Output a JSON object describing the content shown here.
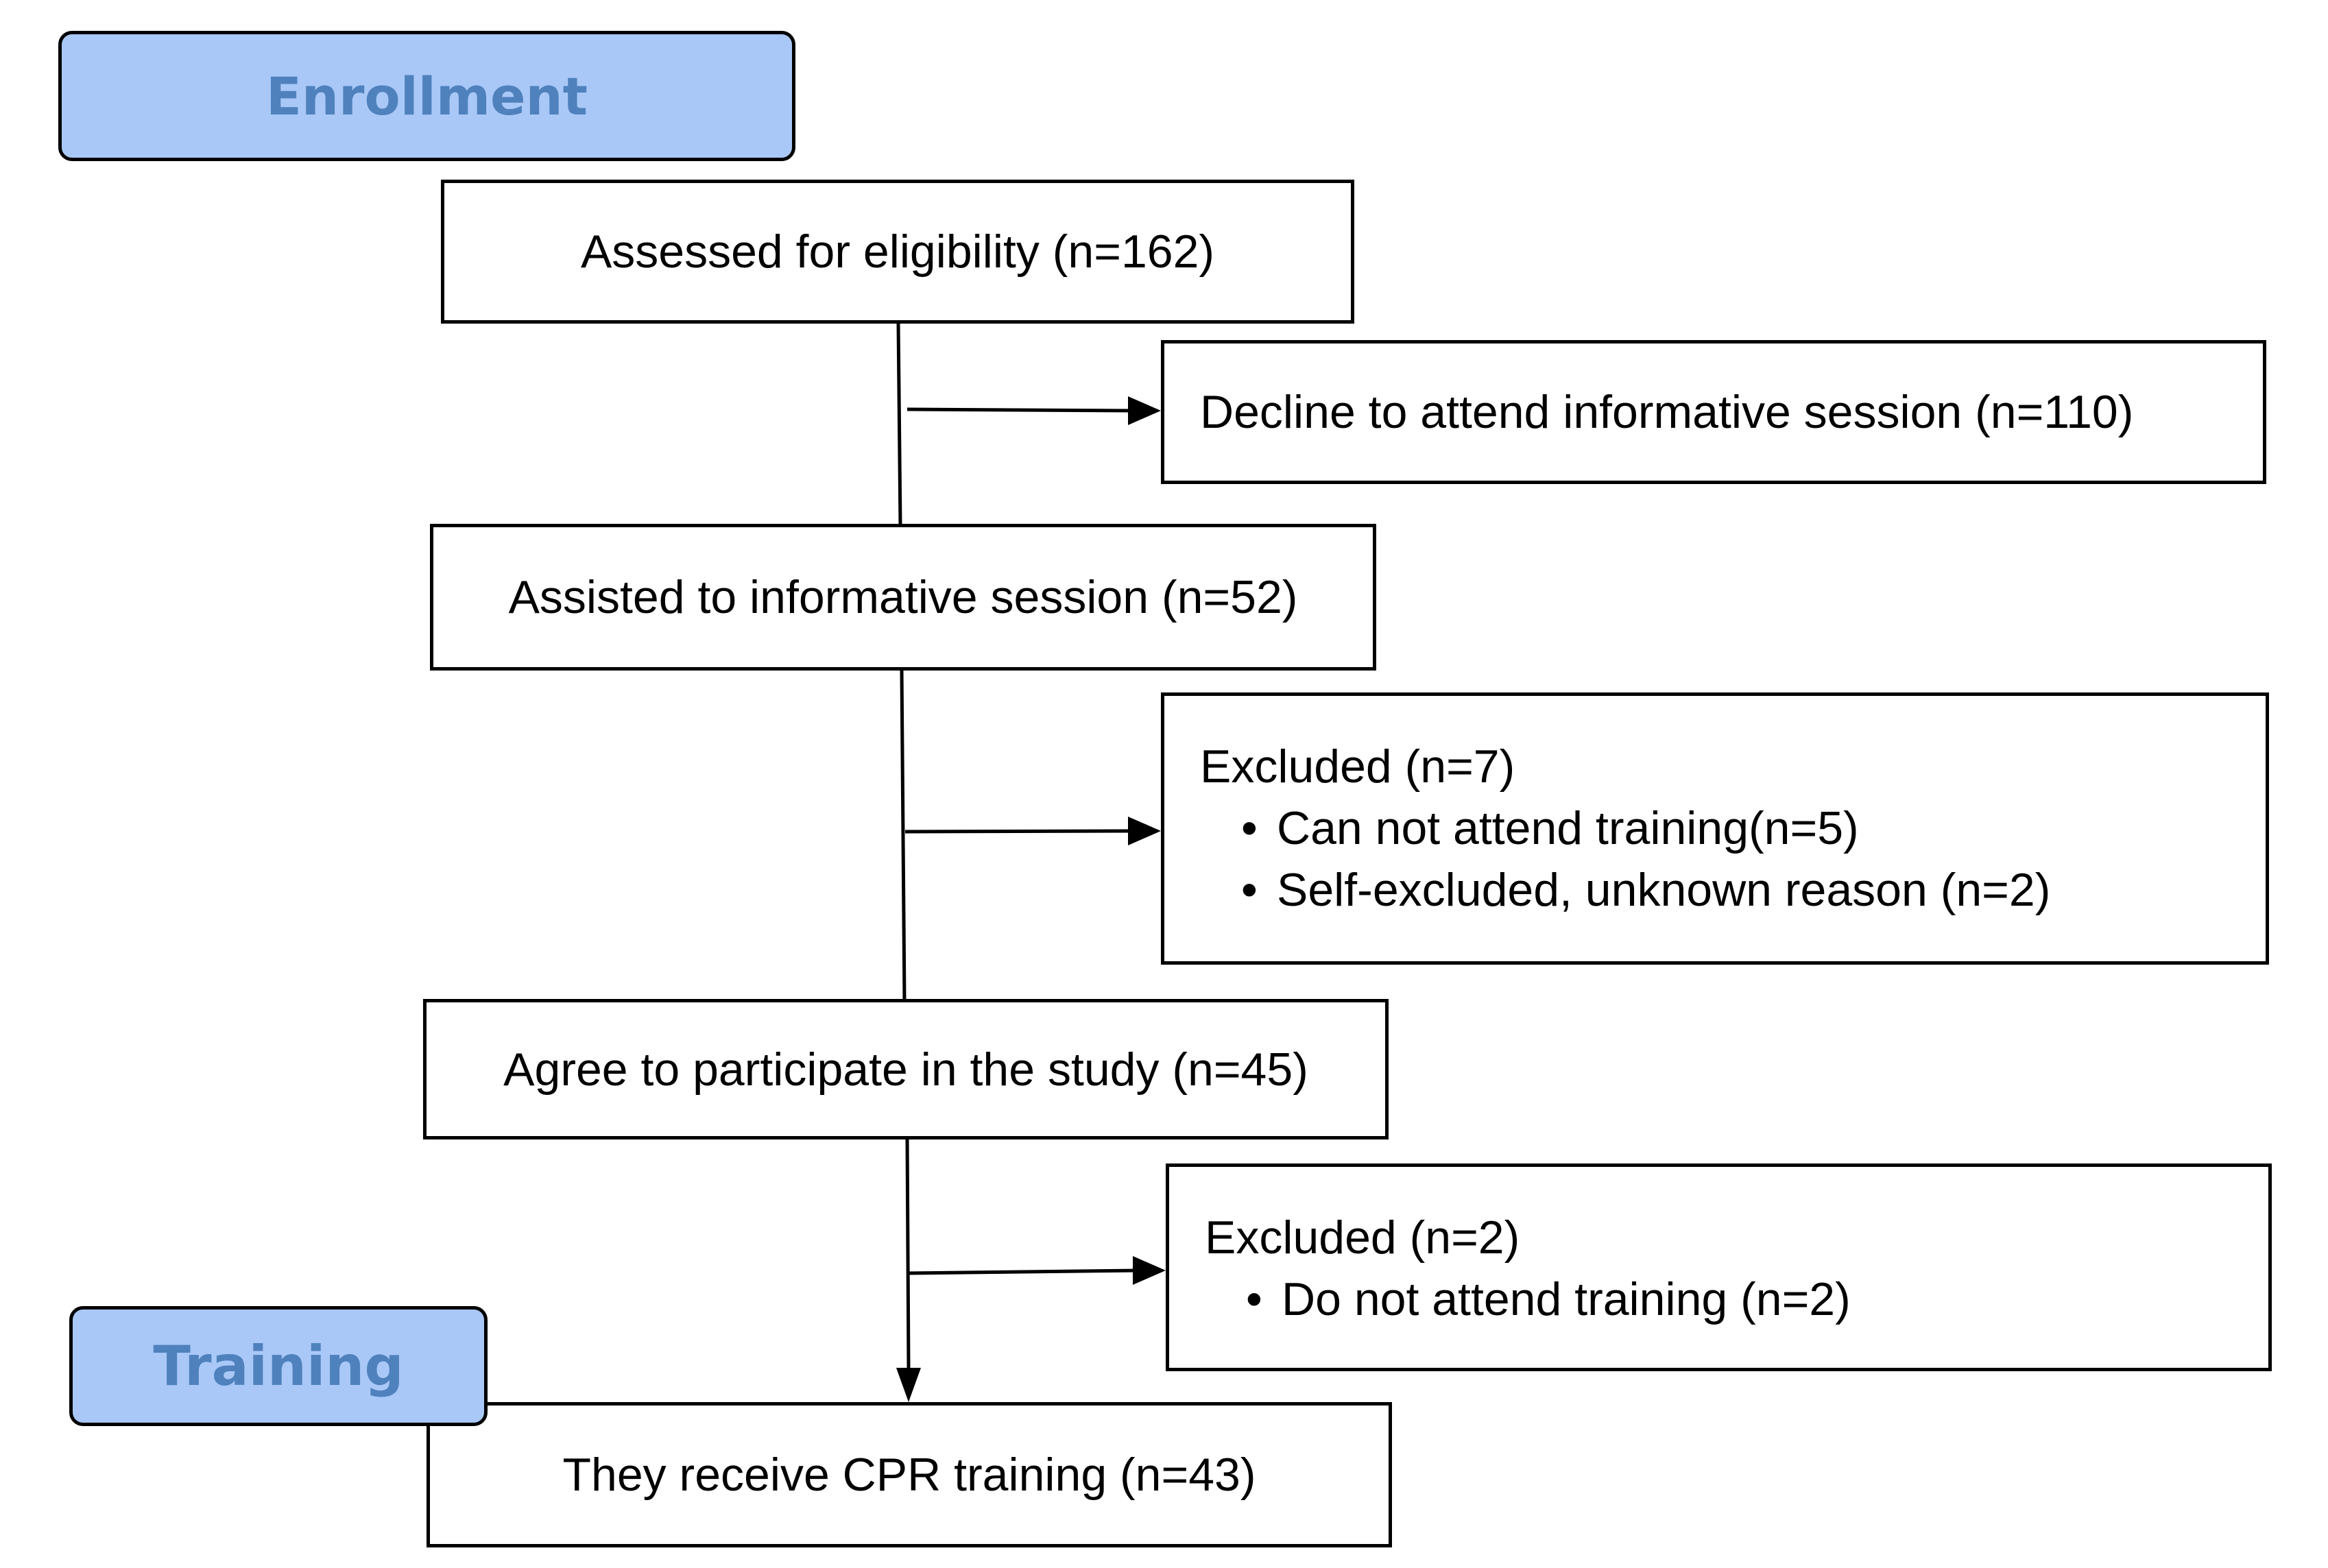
{
  "stages": {
    "enrollment": "Enrollment",
    "training": "Training"
  },
  "boxes": {
    "assessed": "Assessed for eligibility (n=162)",
    "declined": "Decline to attend informative  session (n=110)",
    "assisted": "Assisted to informative  session (n=52)",
    "excluded_1": {
      "title": "Excluded  (n=7)",
      "items": [
        "Can not attend training(n=5)",
        "Self-excluded,  unknown  reason  (n=2)"
      ]
    },
    "agree": "Agree to participate in the study (n=45)",
    "excluded_2": {
      "title": "Excluded  (n=2)",
      "items": [
        "Do not attend training (n=2)"
      ]
    },
    "trained": "They receive  CPR training (n=43)"
  },
  "bullet_glyph": "•",
  "colors": {
    "stage_fill": "#a9c8f7",
    "stage_text": "#4f81bd",
    "line": "#000000"
  }
}
